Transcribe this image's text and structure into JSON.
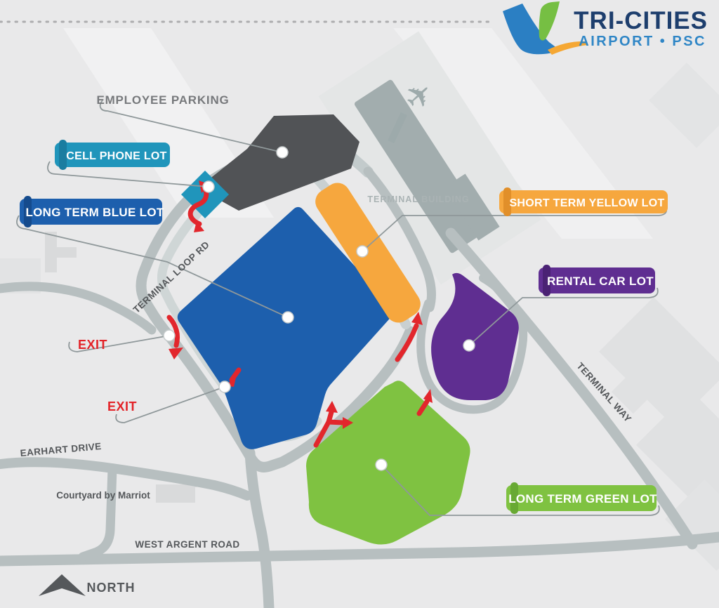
{
  "logo": {
    "title": "TRI-CITIES",
    "subtitle": "AIRPORT • PSC",
    "title_color": "#1d3e6d",
    "subtitle_color": "#2f86c6",
    "swoosh_blue": "#2b7fc3",
    "swoosh_green": "#76bf43",
    "swoosh_orange": "#f5a733"
  },
  "badges": [
    {
      "id": "cell-phone-lot",
      "label": "CELL PHONE LOT",
      "color": "#2095bb",
      "fold": "#1a7da0"
    },
    {
      "id": "long-term-blue-lot",
      "label": "LONG TERM BLUE LOT",
      "color": "#1d5fad",
      "fold": "#154b8d"
    },
    {
      "id": "short-term-yellow-lot",
      "label": "SHORT TERM YELLOW LOT",
      "color": "#f6a73e",
      "fold": "#e18f2a"
    },
    {
      "id": "rental-car-lot",
      "label": "RENTAL CAR LOT",
      "color": "#5f2e91",
      "fold": "#4a2274"
    },
    {
      "id": "long-term-green-lot",
      "label": "LONG TERM GREEN LOT",
      "color": "#7fc241",
      "fold": "#68a934"
    }
  ],
  "lots": {
    "employee": {
      "color": "#515356"
    },
    "cell_phone": {
      "color": "#2095bb"
    },
    "long_term_blue": {
      "color": "#1d5fad"
    },
    "short_term_yellow": {
      "color": "#f6a73e"
    },
    "rental_car": {
      "color": "#5f2e91"
    },
    "long_term_green": {
      "color": "#7fc241"
    }
  },
  "labels": {
    "employee_parking": "EMPLOYEE PARKING",
    "terminal_building": "TERMINAL BUILDING",
    "terminal_loop_rd": "TERMINAL LOOP RD",
    "terminal_way": "TERMINAL WAY",
    "earhart_drive": "EARHART DRIVE",
    "courtyard_by_marriot": "Courtyard by Marriot",
    "west_argent_road": "WEST ARGENT ROAD",
    "north": "NORTH",
    "exit_upper": "EXIT",
    "exit_lower": "EXIT"
  },
  "colors": {
    "exit_text": "#e32328",
    "arrow_red": "#e2262c",
    "road": "#b7bfc0",
    "road_light": "#cfd6d6",
    "background": "#e9e9ea",
    "terminal_gray": "#a2adae",
    "leader_line": "#8f989a"
  }
}
